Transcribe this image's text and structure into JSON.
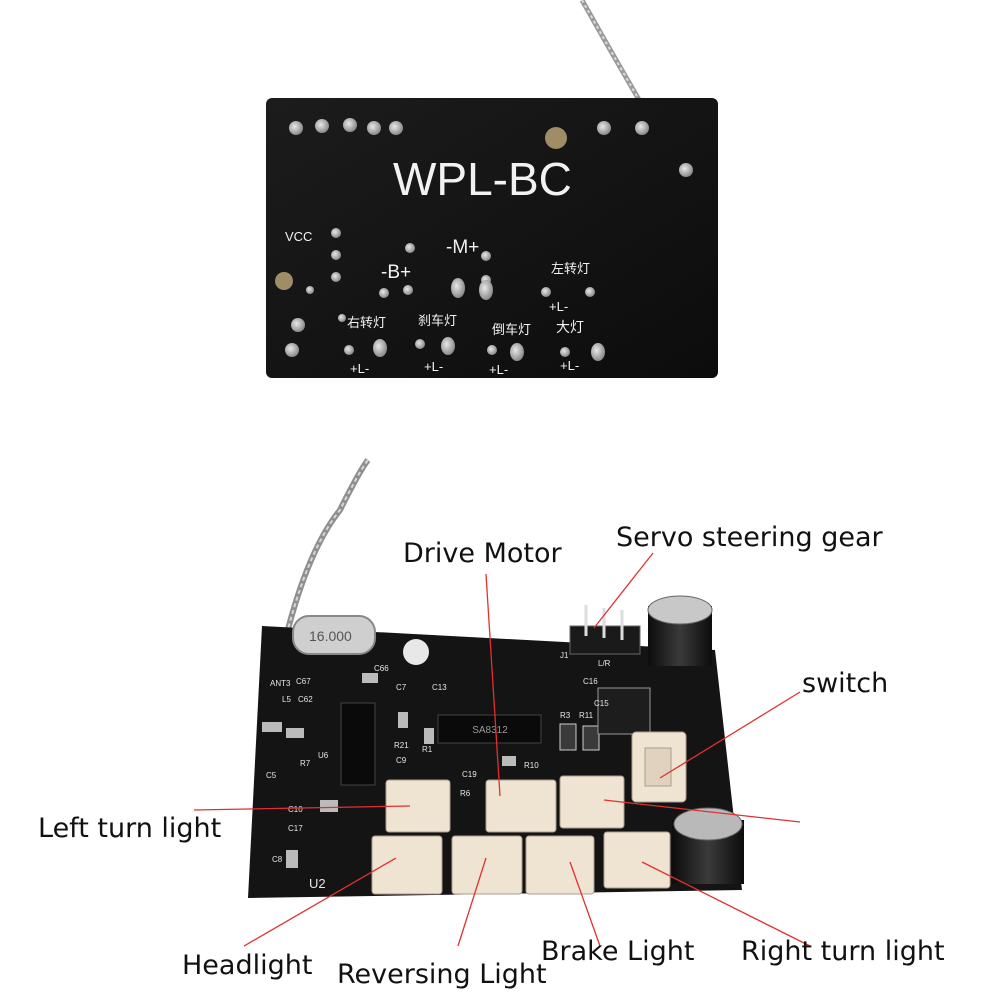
{
  "top_board": {
    "model": "WPL-BC",
    "vcc": "VCC",
    "battery": "-B+",
    "motor": "-M+",
    "left_turn": "左转灯",
    "right_turn": "右转灯",
    "brake": "刹车灯",
    "reverse": "倒车灯",
    "headlight": "大灯",
    "polarity": "+L-"
  },
  "bottom_board": {
    "crystal": "16.000",
    "chip": "SA8312",
    "comp_labels": [
      "ANT3",
      "C67",
      "C66",
      "C7",
      "C13",
      "L5",
      "C62",
      "U6",
      "R7",
      "R21",
      "R1",
      "C5",
      "C9",
      "C19",
      "C10",
      "C17",
      "C8",
      "R3",
      "R11",
      "R10",
      "U2",
      "C16",
      "C15",
      "J1",
      "L/R",
      "R6"
    ],
    "palette": {
      "board": "#141414",
      "silk": "#f2f2f2",
      "connector": "#efe3d2",
      "lead": "#e23030"
    }
  },
  "callouts": {
    "drive_motor": "Drive Motor",
    "servo": "Servo steering gear",
    "switch": "switch",
    "left_turn": "Left turn light",
    "headlight": "Headlight",
    "reversing": "Reversing Light",
    "brake": "Brake Light",
    "right_turn": "Right turn light"
  }
}
